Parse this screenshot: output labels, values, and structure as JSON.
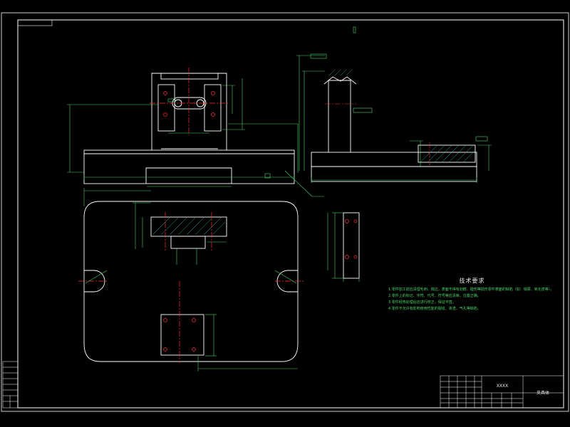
{
  "notes": {
    "title": "技术要求",
    "lines": [
      "1.零件加工前应清理毛刺、锐边，表面不得有划痕、碰伤等损伤零件表面的缺陷（如：铁屑、氧化皮等）。",
      "2.零件上的标记、字符、代号、符号等应清晰，位置正确。",
      "3.零件经热处理后应进行校正，保证平直。",
      "4.零件不允许有影响使用性能的裂纹、夹渣、气孔等缺陷。"
    ]
  },
  "title_block": {
    "part_name": "夹具体",
    "drawing_no": "XXXX"
  },
  "colors": {
    "background": "#000000",
    "outline": "#ffffff",
    "dimension": "#4bd46a",
    "center_line": "#ff3030",
    "hatch": "#33b5b5"
  }
}
